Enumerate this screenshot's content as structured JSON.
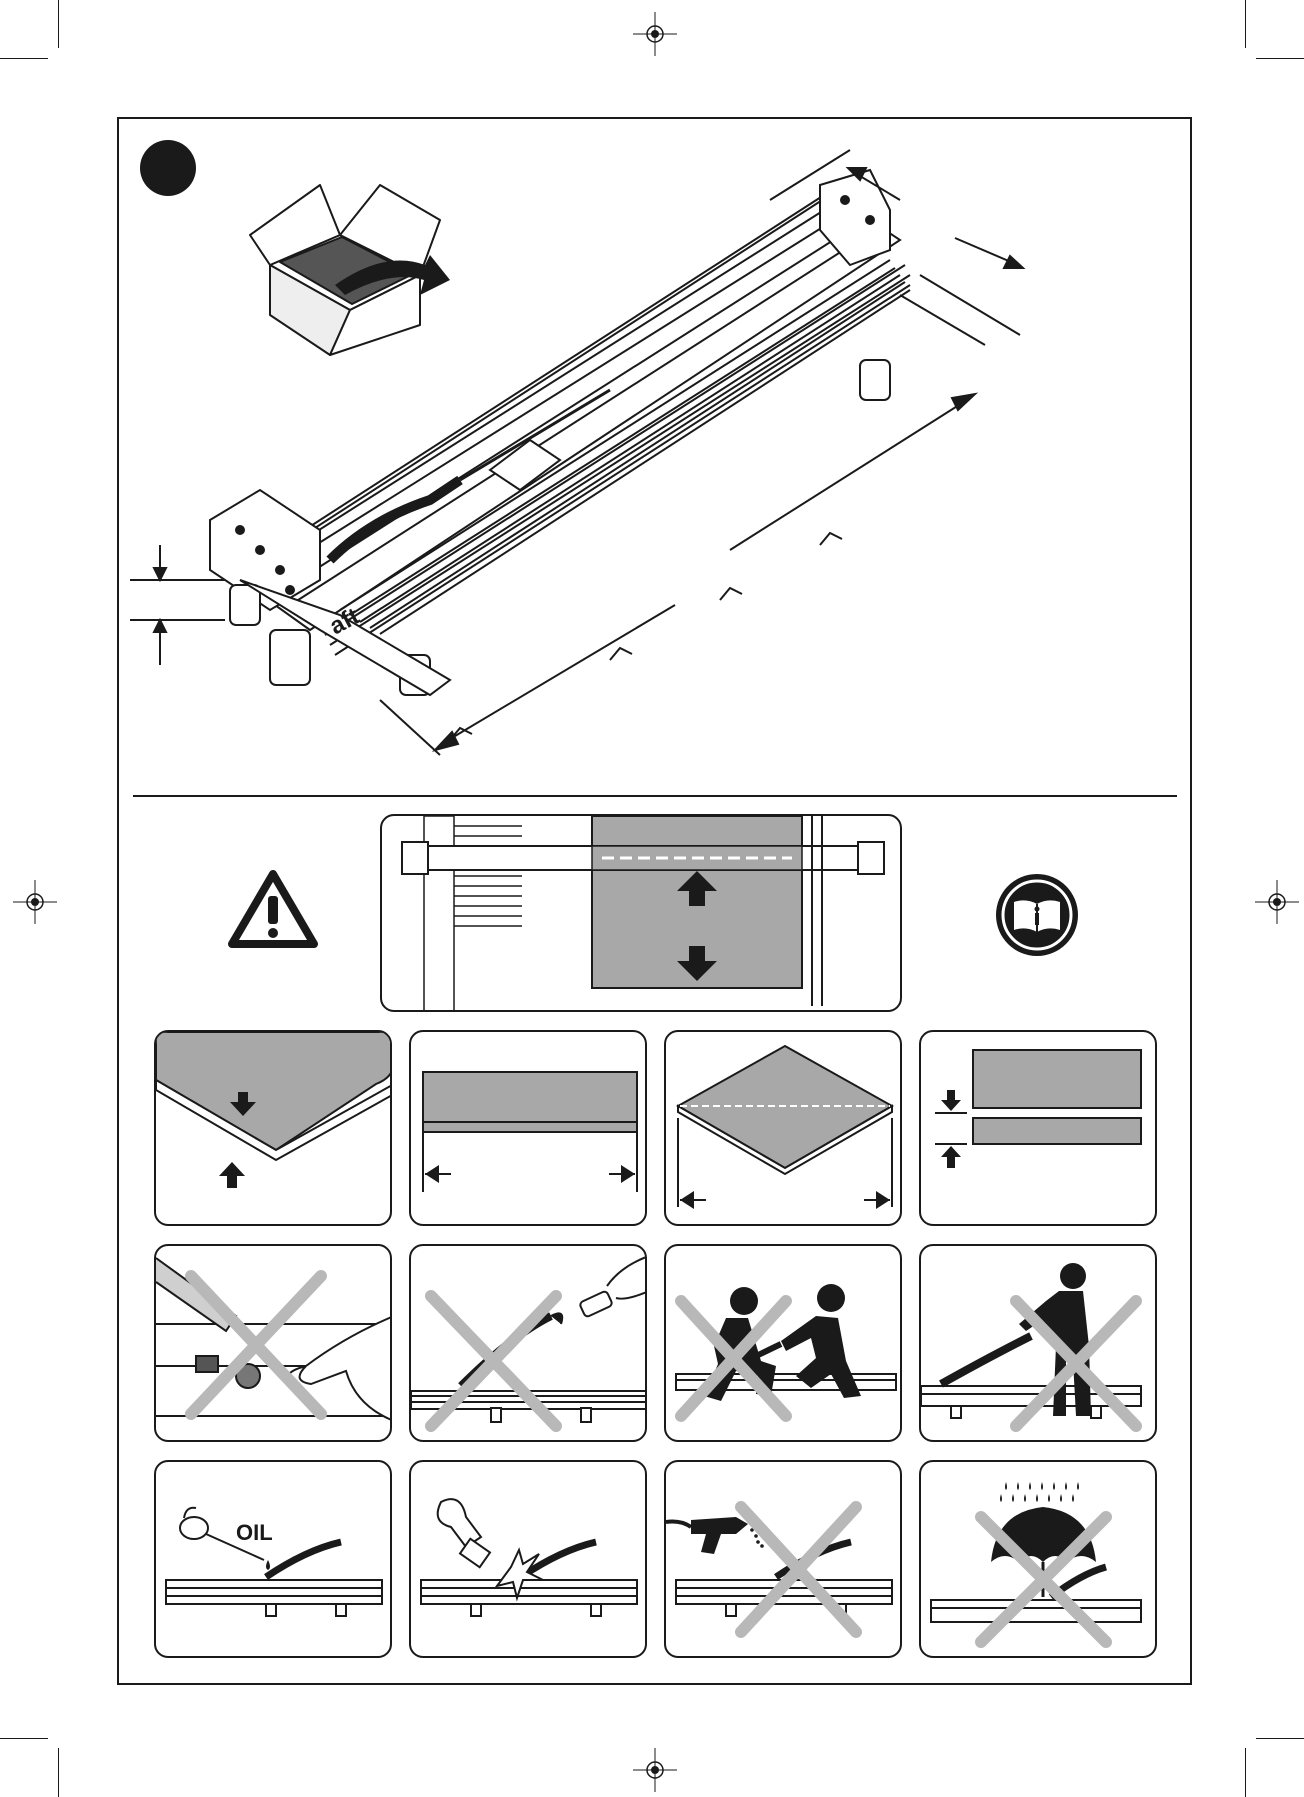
{
  "page": {
    "step_number": "",
    "brand_fragment": "aft",
    "oil_label": "OIL"
  },
  "colors": {
    "ink": "#1a1a1a",
    "tile_gray": "#a8a8a8",
    "cross_gray": "#b8b8b8",
    "box_dark": "#555555"
  },
  "icons": {
    "warning": "warning-triangle-icon",
    "manual": "read-manual-icon"
  },
  "panels": [
    {
      "name": "tile-thickness-panel"
    },
    {
      "name": "tile-length-panel"
    },
    {
      "name": "tile-diagonal-panel"
    },
    {
      "name": "tile-height-panel"
    },
    {
      "name": "no-hand-under-cutter-panel",
      "prohibited": true
    },
    {
      "name": "no-extension-handle-panel",
      "prohibited": true
    },
    {
      "name": "no-kneeling-pull-panel",
      "prohibited": true
    },
    {
      "name": "no-standing-on-cutter-panel",
      "prohibited": true
    },
    {
      "name": "oil-rail-panel"
    },
    {
      "name": "clean-with-brush-panel"
    },
    {
      "name": "no-water-jet-panel",
      "prohibited": true
    },
    {
      "name": "no-rain-exposure-panel",
      "prohibited": true
    }
  ]
}
